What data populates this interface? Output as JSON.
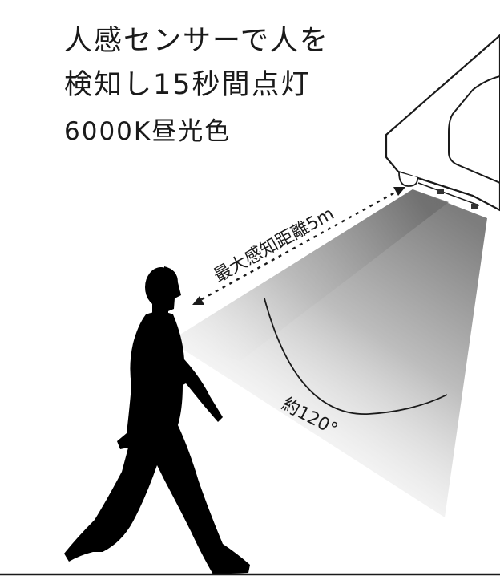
{
  "headline": {
    "line1": "人感センサーで人を",
    "line2": "検知し15秒間点灯",
    "line3": "6000K昼光色"
  },
  "labels": {
    "max_distance": "最大感知距離5m",
    "angle": "約120°"
  },
  "icons": {
    "person": "walking-person-silhouette",
    "light": "wall-mounted-floodlight"
  },
  "colors": {
    "text": "#1a1a1a",
    "silhouette": "#000000",
    "beam_start": "#8a8a8a",
    "beam_end": "#ffffff"
  }
}
